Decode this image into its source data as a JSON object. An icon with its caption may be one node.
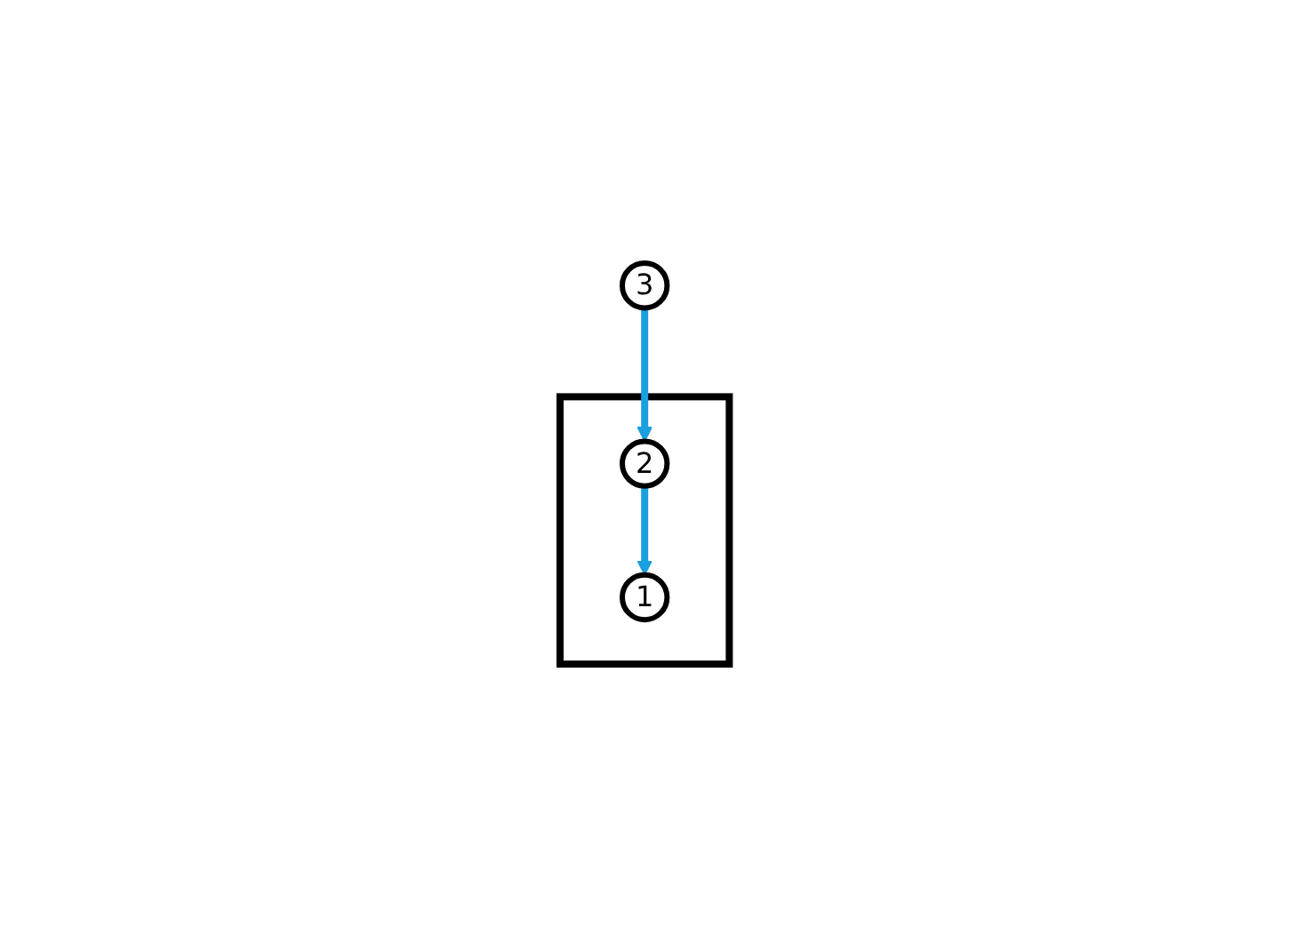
{
  "diagram": {
    "nodes": [
      {
        "text": [
          "3"
        ]
      },
      {
        "text": [],
        "shape": "box"
      },
      {
        "text": [
          "2"
        ],
        "in": 1
      },
      {
        "text": [
          "1"
        ],
        "in": 1
      }
    ],
    "edges": [
      {
        "from": 0,
        "to": 2,
        "arrow": "to"
      },
      {
        "from": 2,
        "to": 3,
        "arrow": "to"
      }
    ]
  }
}
